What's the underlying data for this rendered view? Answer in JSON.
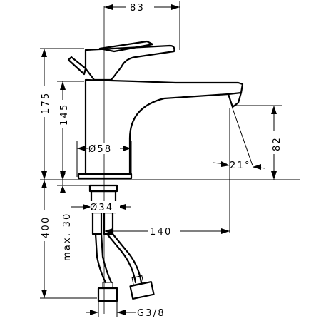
{
  "dimensions": {
    "spout_reach_top": "83",
    "total_height": "175",
    "height_to_spout": "145",
    "base_diameter": "Ø58",
    "spout_outlet_height": "82",
    "spout_angle": "21°",
    "hose_length": "400",
    "max_mounting_depth": "max. 30",
    "hose_diameter": "Ø34",
    "outlet_reach": "140",
    "connection_thread": "G3/8"
  }
}
